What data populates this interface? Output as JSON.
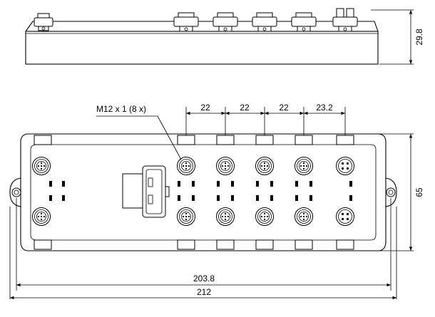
{
  "side_view": {
    "height_dim": "29.8"
  },
  "top_view": {
    "callout_label": "M12 x 1 (8 x)",
    "spacing_dims": [
      "22",
      "22",
      "22",
      "23.2"
    ],
    "height_dim": "65",
    "inner_width_dim": "203.8",
    "overall_width_dim": "212"
  }
}
